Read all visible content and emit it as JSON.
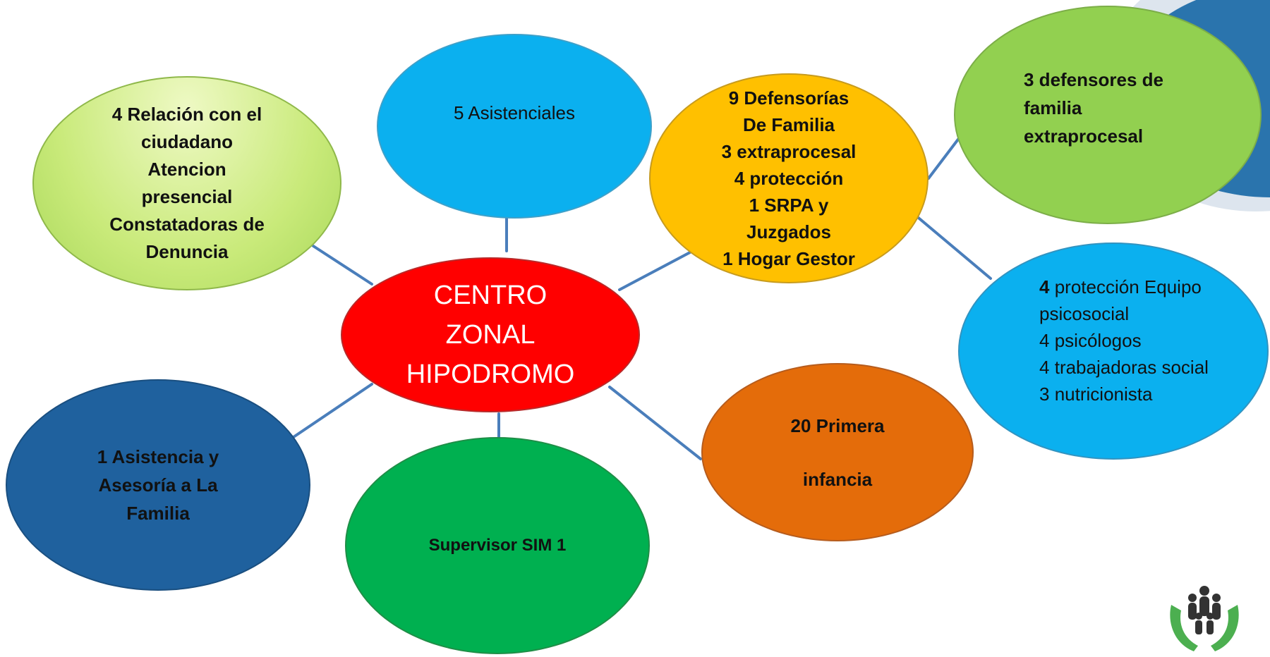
{
  "diagram": {
    "center": {
      "lines": [
        "CENTRO",
        "ZONAL",
        "HIPODROMO"
      ]
    },
    "nodes": {
      "relacion": {
        "lines": [
          "4 Relación con el",
          "ciudadano",
          "Atencion",
          "presencial",
          "Constatadoras de",
          "Denuncia"
        ]
      },
      "asistenciales": {
        "lines": [
          "5 Asistenciales"
        ]
      },
      "defensorias": {
        "lines": [
          "9 Defensorías",
          "De Familia",
          "3 extraprocesal",
          "4 protección",
          "1 SRPA y",
          "Juzgados",
          "1 Hogar Gestor"
        ]
      },
      "defensores": {
        "lines": [
          "3 defensores de",
          "familia",
          "extraprocesal"
        ]
      },
      "proteccion": {
        "first_num": "4",
        "first_rest": " protección Equipo",
        "lines": [
          "psicosocial",
          "4 psicólogos",
          "4 trabajadoras social",
          "3 nutricionista"
        ]
      },
      "primera": {
        "lines": [
          "20 Primera",
          "infancia"
        ]
      },
      "supervisor": {
        "lines": [
          "Supervisor SIM 1"
        ]
      },
      "asistencia": {
        "lines": [
          "1 Asistencia y",
          "Asesoría a La",
          "Familia"
        ]
      }
    },
    "colors": {
      "center": "#ff0000",
      "relacion": "#c9ea7a",
      "asistenciales": "#0bb0ef",
      "defensorias": "#ffc000",
      "defensores": "#92d050",
      "proteccion": "#0bb0ef",
      "primera": "#e46c0a",
      "supervisor": "#00b050",
      "asistencia": "#1f619e",
      "connector": "#4a7ebb"
    },
    "logo_icon": "family-hands-logo-icon",
    "corner_decoration": "blue-circle-corner"
  }
}
